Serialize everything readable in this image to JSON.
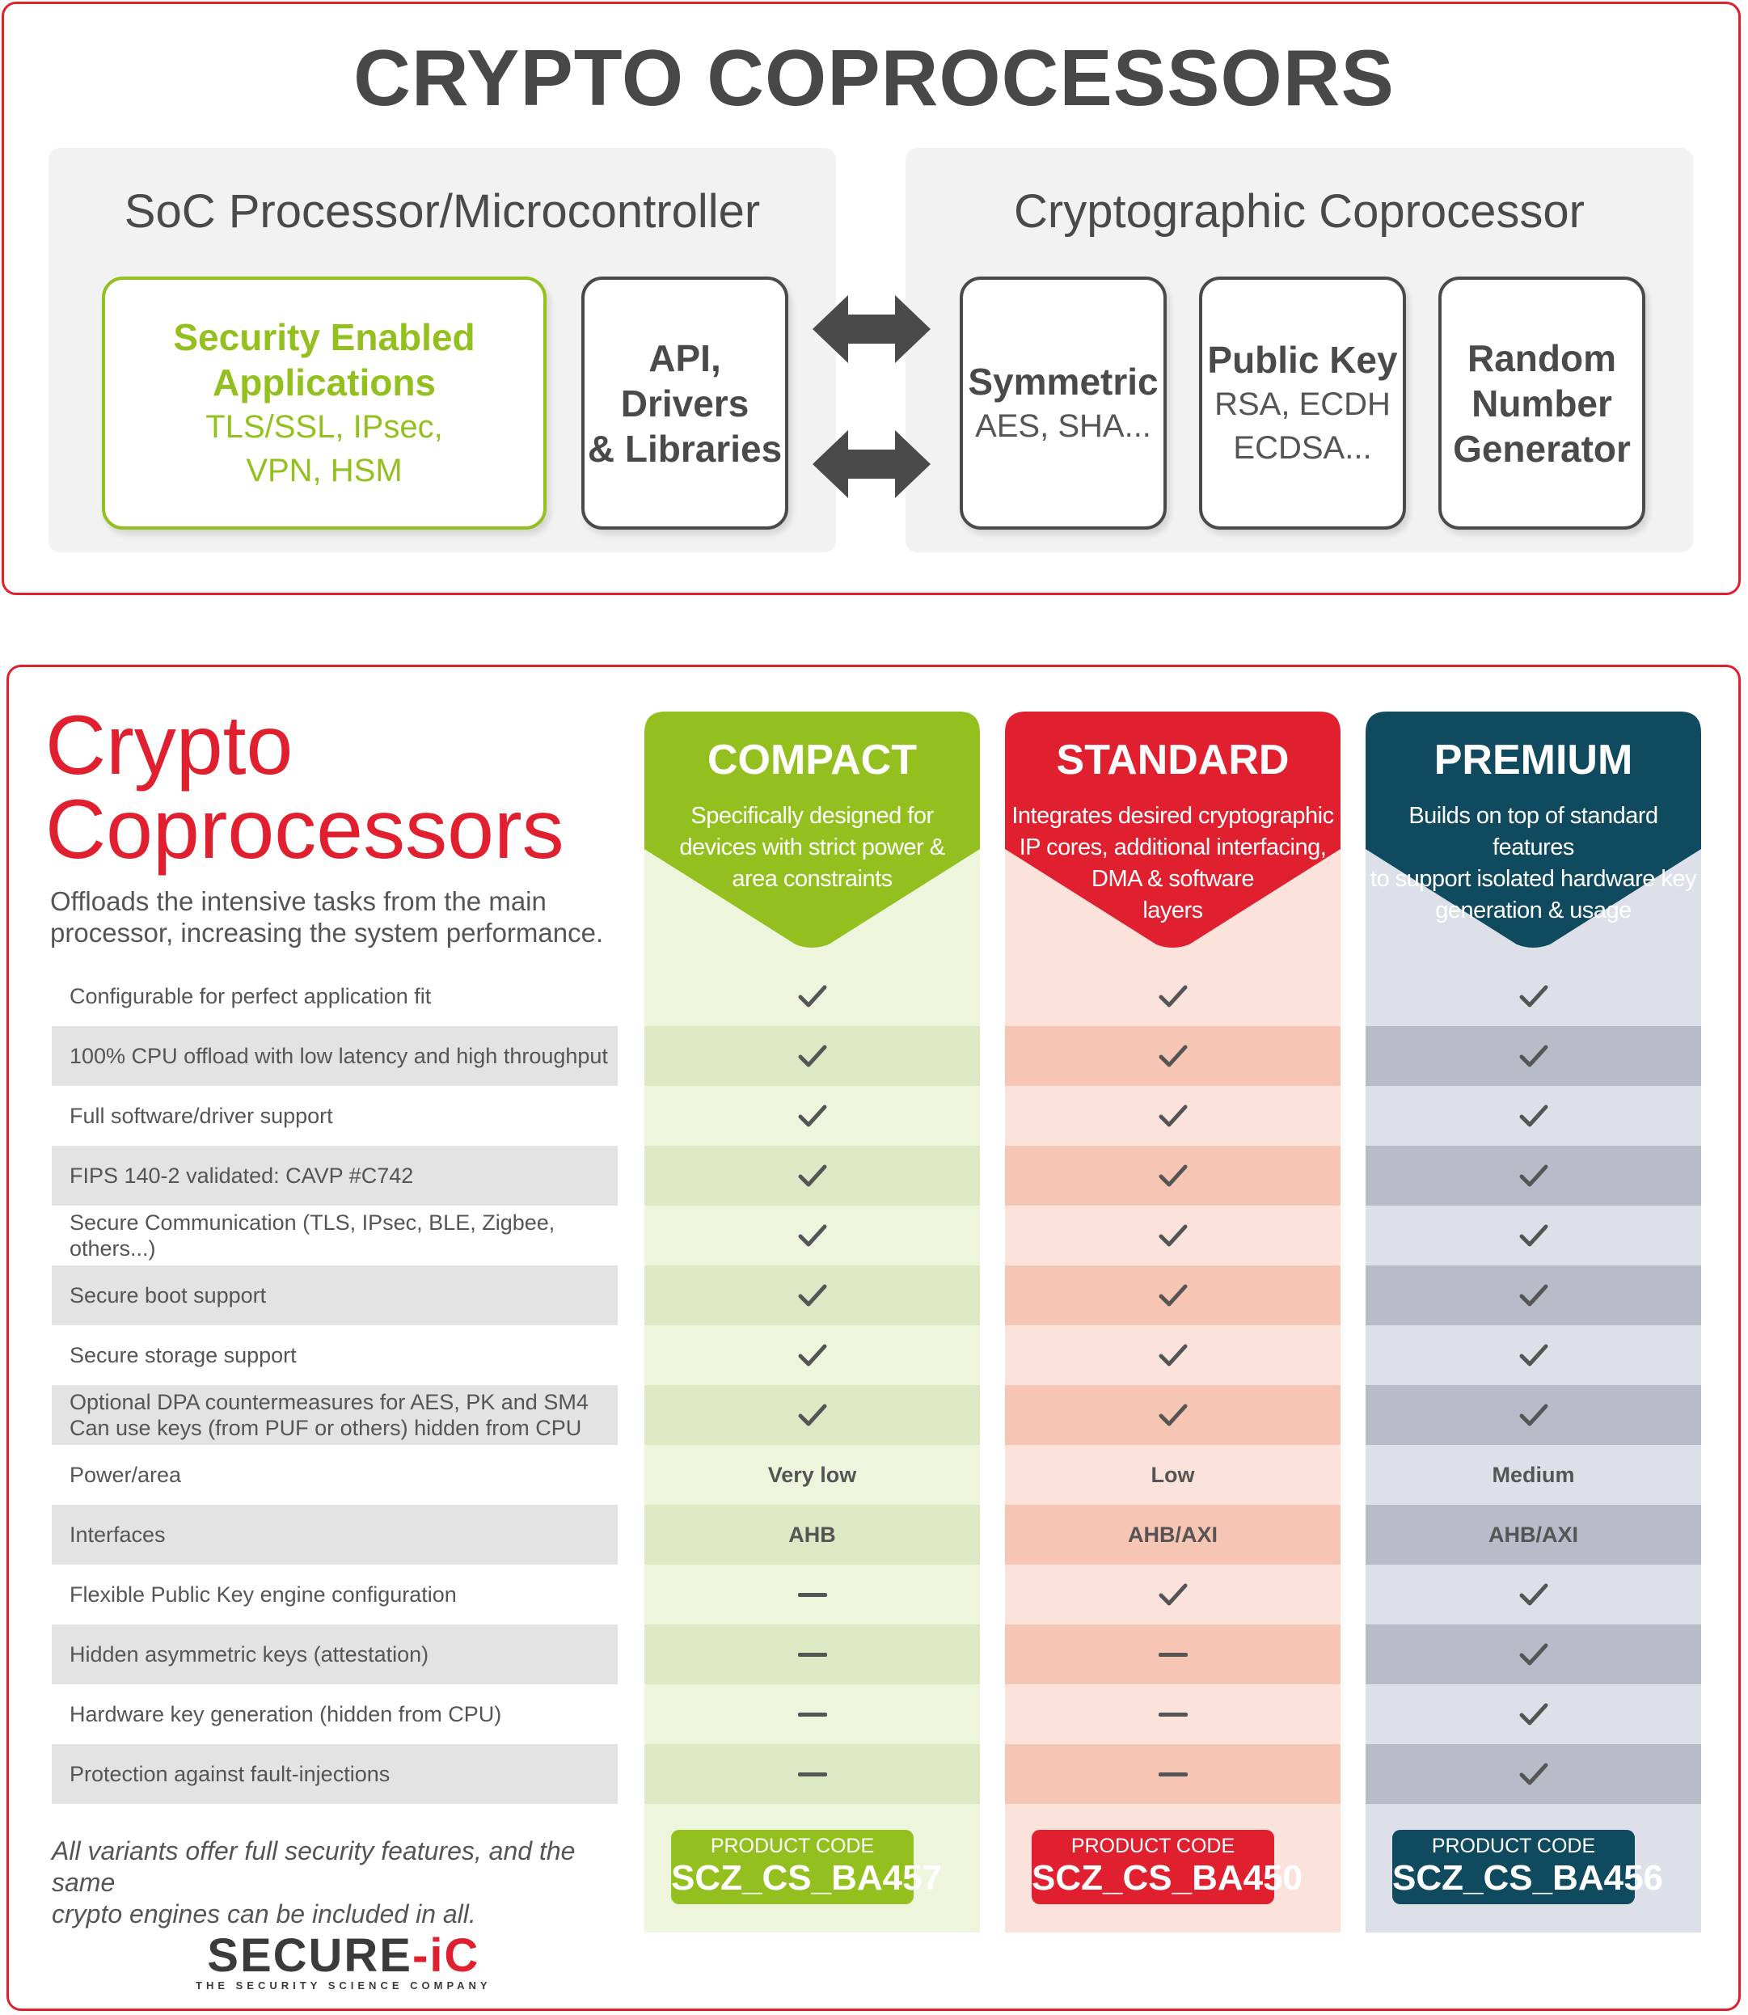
{
  "header": {
    "title": "CRYPTO COPROCESSORS"
  },
  "soc": {
    "title": "SoC Processor/Microcontroller",
    "security_title_1": "Security Enabled",
    "security_title_2": "Applications",
    "security_sub_1": "TLS/SSL, IPsec,",
    "security_sub_2": "VPN, HSM",
    "api_1": "API,",
    "api_2": "Drivers",
    "api_3": "& Libraries"
  },
  "coprocessor": {
    "title": "Cryptographic Coprocessor",
    "symmetric_title": "Symmetric",
    "symmetric_sub": "AES, SHA...",
    "pk_title": "Public Key",
    "pk_sub_1": "RSA, ECDH",
    "pk_sub_2": "ECDSA...",
    "rng_1": "Random",
    "rng_2": "Number",
    "rng_3": "Generator"
  },
  "table": {
    "title_1": "Crypto",
    "title_2": "Coprocessors",
    "subtitle": "Offloads the intensive tasks from the main processor, increasing the system performance.",
    "columns": [
      {
        "name": "COMPACT",
        "desc_1": "Specifically designed for",
        "desc_2": "devices with strict power &",
        "desc_3": "area constraints",
        "desc_4": "",
        "color": "#93c01f",
        "light": "#eef5dd",
        "mid": "#dde9c4"
      },
      {
        "name": "STANDARD",
        "desc_1": "Integrates desired cryptographic",
        "desc_2": "IP cores, additional interfacing,",
        "desc_3": "DMA & software",
        "desc_4": "layers",
        "color": "#e0202f",
        "light": "#fbe3dc",
        "mid": "#f6c5b4"
      },
      {
        "name": "PREMIUM",
        "desc_1": "Builds on top of standard features",
        "desc_2": "to support isolated hardware key",
        "desc_3": "generation & usage",
        "desc_4": "",
        "color": "#0f4a5e",
        "light": "#dde0e8",
        "mid": "#b7bcc8"
      }
    ],
    "rows": [
      {
        "label": "Configurable for perfect application fit",
        "label2": "",
        "v": [
          "check",
          "check",
          "check"
        ]
      },
      {
        "label": "100% CPU offload with low latency and high throughput",
        "label2": "",
        "v": [
          "check",
          "check",
          "check"
        ]
      },
      {
        "label": "Full software/driver support",
        "label2": "",
        "v": [
          "check",
          "check",
          "check"
        ]
      },
      {
        "label": "FIPS 140-2 validated: CAVP #C742",
        "label2": "",
        "v": [
          "check",
          "check",
          "check"
        ]
      },
      {
        "label": "Secure Communication (TLS, IPsec, BLE, Zigbee, others...)",
        "label2": "",
        "v": [
          "check",
          "check",
          "check"
        ]
      },
      {
        "label": "Secure boot support",
        "label2": "",
        "v": [
          "check",
          "check",
          "check"
        ]
      },
      {
        "label": "Secure storage support",
        "label2": "",
        "v": [
          "check",
          "check",
          "check"
        ]
      },
      {
        "label": "Optional DPA countermeasures for AES, PK and SM4",
        "label2": "Can use keys (from PUF or others) hidden from CPU",
        "v": [
          "check",
          "check",
          "check"
        ]
      },
      {
        "label": "Power/area",
        "label2": "",
        "v": [
          "Very low",
          "Low",
          "Medium"
        ]
      },
      {
        "label": "Interfaces",
        "label2": "",
        "v": [
          "AHB",
          "AHB/AXI",
          "AHB/AXI"
        ]
      },
      {
        "label": "Flexible Public Key engine configuration",
        "label2": "",
        "v": [
          "dash",
          "check",
          "check"
        ]
      },
      {
        "label": "Hidden asymmetric keys (attestation)",
        "label2": "",
        "v": [
          "dash",
          "dash",
          "check"
        ]
      },
      {
        "label": "Hardware key generation (hidden from CPU)",
        "label2": "",
        "v": [
          "dash",
          "dash",
          "check"
        ]
      },
      {
        "label": "Protection against fault-injections",
        "label2": "",
        "v": [
          "dash",
          "dash",
          "check"
        ]
      }
    ],
    "footnote_1": "All variants offer full security features, and the same",
    "footnote_2": "crypto engines can be included in all.",
    "product_label": "PRODUCT CODE",
    "codes": [
      "SCZ_CS_BA457",
      "SCZ_CS_BA450",
      "SCZ_CS_BA456"
    ]
  },
  "logo": {
    "main_a": "SECURE",
    "main_b": "-iC",
    "sub": "THE SECURITY SCIENCE COMPANY"
  },
  "icons": {
    "check": "check-icon",
    "dash": "dash-icon",
    "arrow": "double-arrow-icon"
  }
}
